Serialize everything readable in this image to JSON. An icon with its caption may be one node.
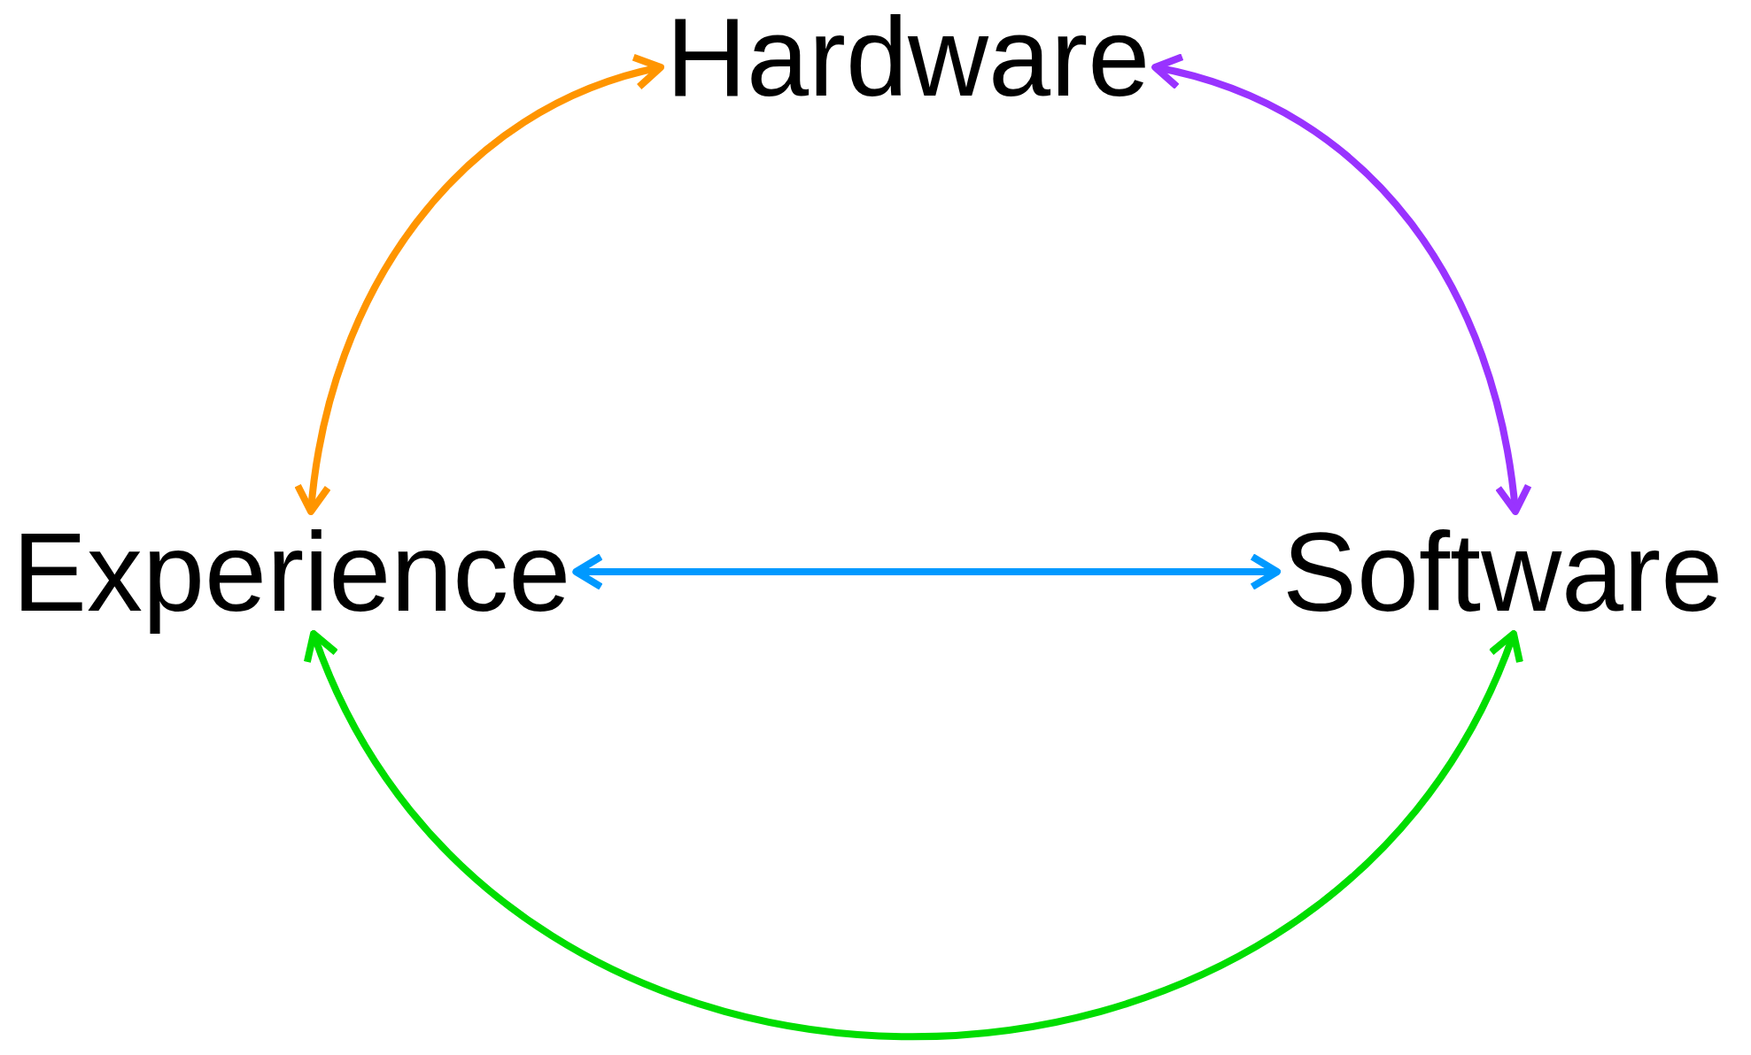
{
  "diagram": {
    "nodes": [
      {
        "text": [
          "Hardware"
        ]
      },
      {
        "text": [
          "Experience"
        ]
      },
      {
        "text": [
          "Software"
        ]
      }
    ],
    "edges": [
      {
        "from": 0,
        "to": 1,
        "arrow": "both",
        "color": "#ff9500"
      },
      {
        "from": 0,
        "to": 2,
        "arrow": "both",
        "color": "#9933ff"
      },
      {
        "from": 1,
        "to": 2,
        "arrow": "both",
        "color": "#0099ff"
      },
      {
        "from": 1,
        "to": 2,
        "arrow": "both",
        "color": "#00dd00"
      }
    ]
  }
}
